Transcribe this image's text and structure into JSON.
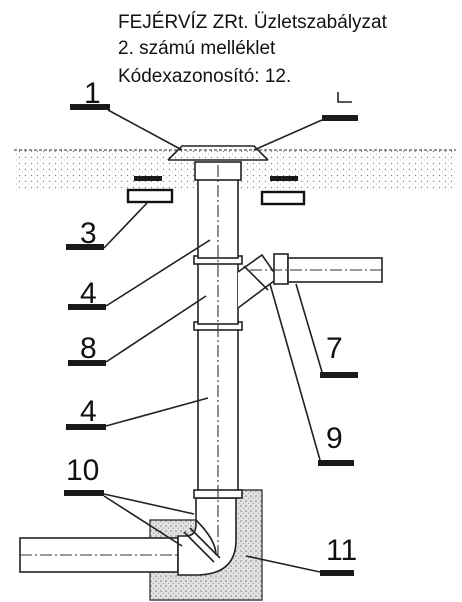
{
  "header": {
    "line1": "FEJÉRVÍZ ZRt. Üzletszabályzat",
    "line2": "2. számú melléklet",
    "line3": "Kódexazonosító: 12."
  },
  "callouts": {
    "c1": "1",
    "c3": "3",
    "c4a": "4",
    "c8": "8",
    "c4b": "4",
    "c10": "10",
    "c7": "7",
    "c9": "9",
    "c11": "11"
  }
}
